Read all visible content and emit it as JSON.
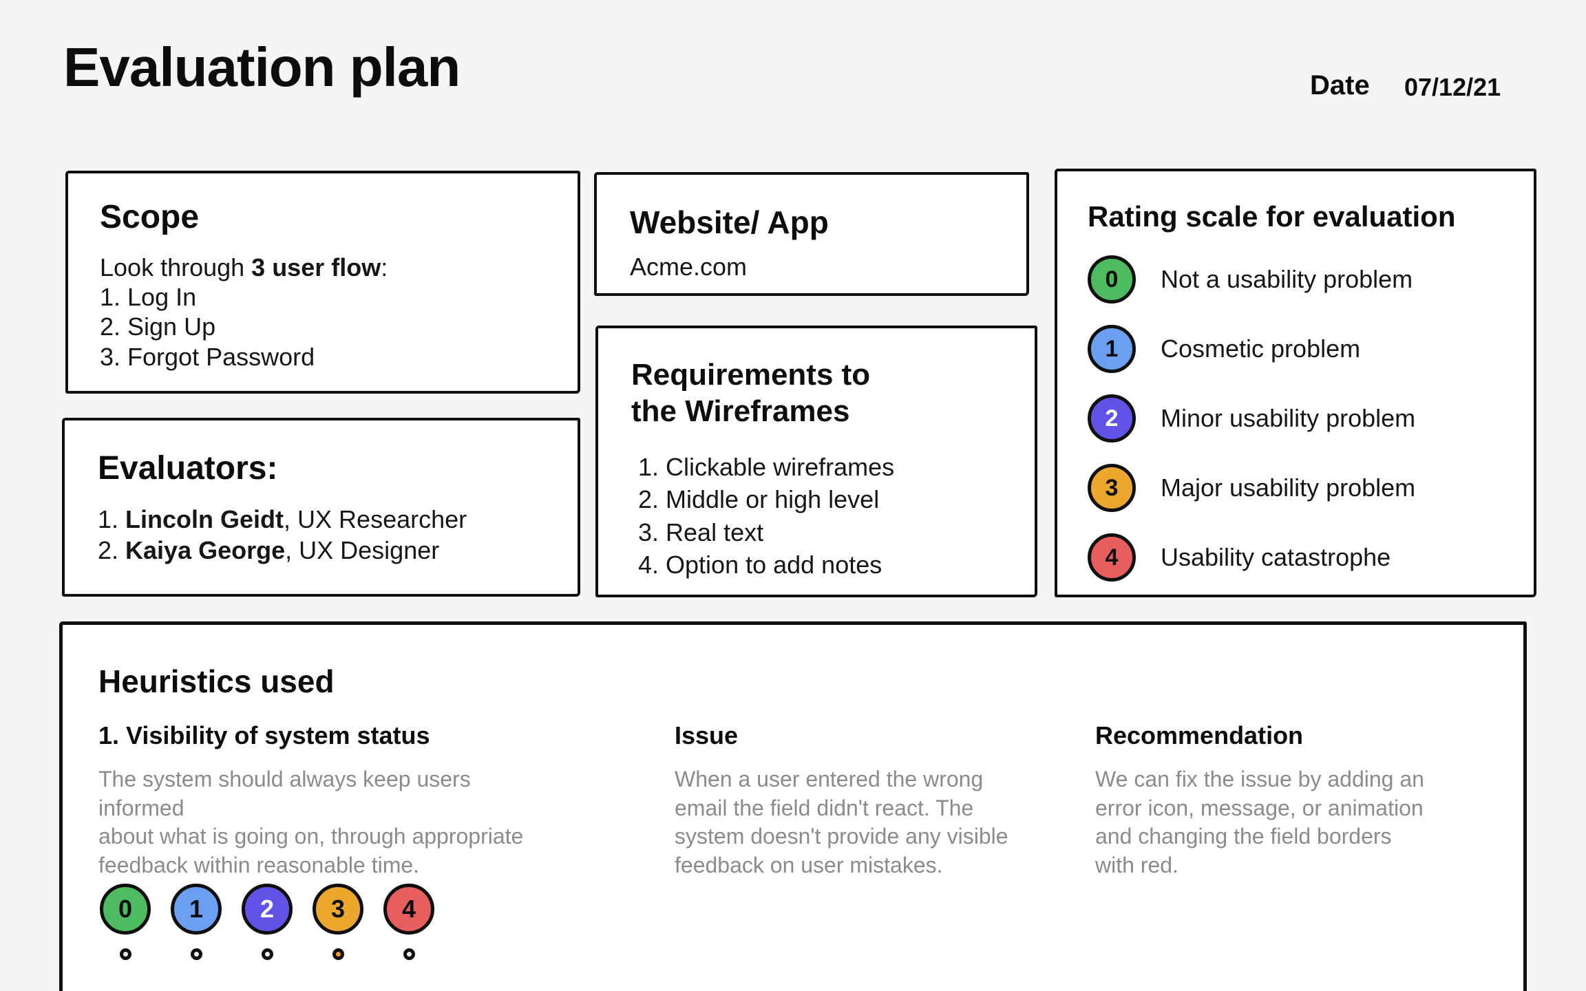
{
  "page": {
    "background": "#f5f5f4",
    "card_background": "#ffffff",
    "border_color": "#0f0f0f"
  },
  "header": {
    "title": "Evaluation plan",
    "date_label": "Date",
    "date_value": "07/12/21"
  },
  "scope": {
    "heading": "Scope",
    "intro_prefix": "Look through ",
    "intro_bold": "3 user flow",
    "intro_suffix": ":",
    "items": [
      "1. Log In",
      "2. Sign Up",
      "3. Forgot Password"
    ]
  },
  "evaluators": {
    "heading": "Evaluators:",
    "items": [
      {
        "num": "1.",
        "name": "Lincoln Geidt",
        "role": ", UX Researcher"
      },
      {
        "num": "2.",
        "name": "Kaiya George",
        "role": ", UX Designer"
      }
    ]
  },
  "website": {
    "heading": "Website/ App",
    "value": "Acme.com"
  },
  "requirements": {
    "heading": "Requirements to\nthe Wireframes",
    "items": [
      "1. Clickable wireframes",
      "2. Middle or high level",
      "3. Real text",
      "4. Option to add notes"
    ]
  },
  "rating_scale": {
    "heading": "Rating scale for evaluation",
    "items": [
      {
        "value": "0",
        "label": "Not a usability problem",
        "color": "#4dbb5f",
        "text_color": "#0f0f0f"
      },
      {
        "value": "1",
        "label": "Cosmetic problem",
        "color": "#6b9ff1",
        "text_color": "#0f0f0f"
      },
      {
        "value": "2",
        "label": "Minor usability problem",
        "color": "#6153e8",
        "text_color": "#ffffff"
      },
      {
        "value": "3",
        "label": "Major usability problem",
        "color": "#eba82d",
        "text_color": "#0f0f0f"
      },
      {
        "value": "4",
        "label": "Usability catastrophe",
        "color": "#e85d5d",
        "text_color": "#0f0f0f"
      }
    ]
  },
  "heuristics": {
    "heading": "Heuristics used",
    "columns": [
      {
        "heading": "1. Visibility of system status",
        "body": "The system should always keep users informed\nabout what is going on, through appropriate\nfeedback within reasonable time."
      },
      {
        "heading": "Issue",
        "body": "When a user entered the wrong\nemail the field didn't react. The\nsystem doesn't provide any visible\nfeedback on user mistakes."
      },
      {
        "heading": "Recommendation",
        "body": "We can fix the issue by adding an\nerror icon, message, or animation\nand changing the field borders\nwith red."
      }
    ],
    "rating": {
      "selected_index": 3,
      "selected_color": "#f59a20",
      "unselected_color": "#f1f1f1"
    }
  }
}
